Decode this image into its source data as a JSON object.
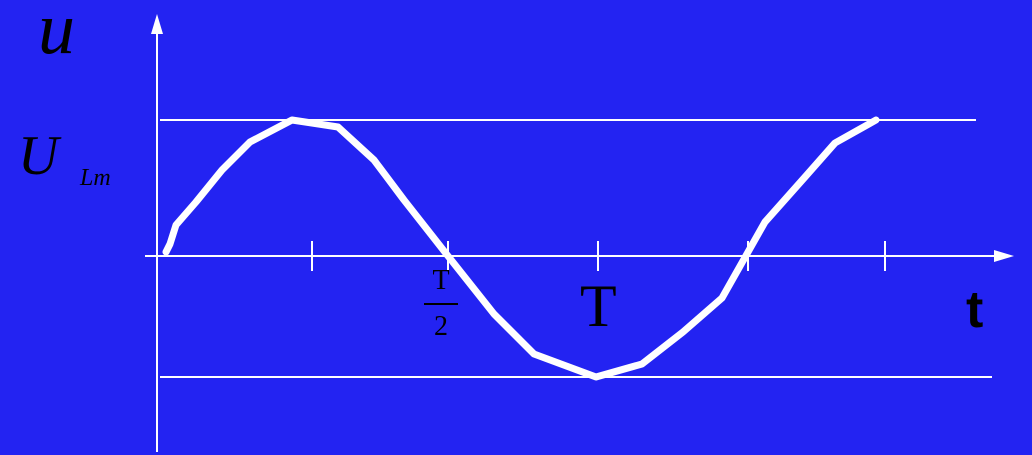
{
  "labels": {
    "y_symbol": "u",
    "amplitude_main": "U",
    "amplitude_sub": "Lm",
    "half_period_num": "T",
    "half_period_den": "2",
    "period": "T",
    "time_axis": "t"
  },
  "colors": {
    "background": "#2323f2",
    "curve": "#ffffff",
    "axes": "#ffffff",
    "text": "#000000"
  }
}
